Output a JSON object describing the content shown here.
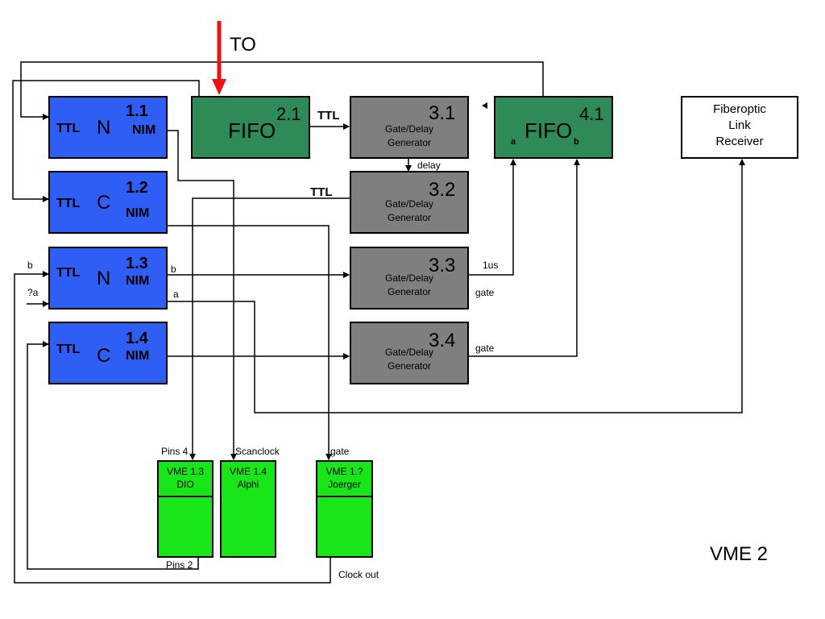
{
  "top_label": "TO",
  "corner_label": "VME 2",
  "colors": {
    "blue": "#2f5ef5",
    "fifo_green": "#2e8b57",
    "gray": "#7f7f7f",
    "lime": "#19e619",
    "red_arrow": "#ee1111"
  },
  "nim_modules": [
    {
      "id": "1.1",
      "ttl": "TTL",
      "mode": "N",
      "nim": "NIM"
    },
    {
      "id": "1.2",
      "ttl": "TTL",
      "mode": "C",
      "nim": "NIM"
    },
    {
      "id": "1.3",
      "ttl": "TTL",
      "mode": "N",
      "nim": "NIM"
    },
    {
      "id": "1.4",
      "ttl": "TTL",
      "mode": "C",
      "nim": "NIM"
    }
  ],
  "fifo_21": {
    "label": "FIFO",
    "id": "2.1"
  },
  "fifo_41": {
    "label": "FIFO",
    "id": "4.1",
    "in_a": "a",
    "in_b": "b"
  },
  "gate_generators": [
    {
      "id": "3.1",
      "line1": "Gate/Delay",
      "line2": "Generator"
    },
    {
      "id": "3.2",
      "line1": "Gate/Delay",
      "line2": "Generator"
    },
    {
      "id": "3.3",
      "line1": "Gate/Delay",
      "line2": "Generator"
    },
    {
      "id": "3.4",
      "line1": "Gate/Delay",
      "line2": "Generator"
    }
  ],
  "fiberoptic": {
    "line1": "Fiberoptic",
    "line2": "Link",
    "line3": "Receiver"
  },
  "vme_modules": [
    {
      "line1": "VME 1.3",
      "line2": "DIO"
    },
    {
      "line1": "VME 1.4",
      "line2": "Alphi"
    },
    {
      "line1": "VME 1.?",
      "line2": "Joerger"
    }
  ],
  "signal_labels": {
    "ttl_21_31": "TTL",
    "delay": "delay",
    "ttl_32": "TTL",
    "b_in": "b",
    "a_in": "?a",
    "b_out": "b",
    "a_out": "a",
    "one_us": "1us",
    "gate_33": "gate",
    "gate_34": "gate",
    "pins4": "Pins 4",
    "scanclock": "Scanclock",
    "gate_vme": "gate",
    "pins2": "Pins 2",
    "clock_out": "Clock out"
  }
}
